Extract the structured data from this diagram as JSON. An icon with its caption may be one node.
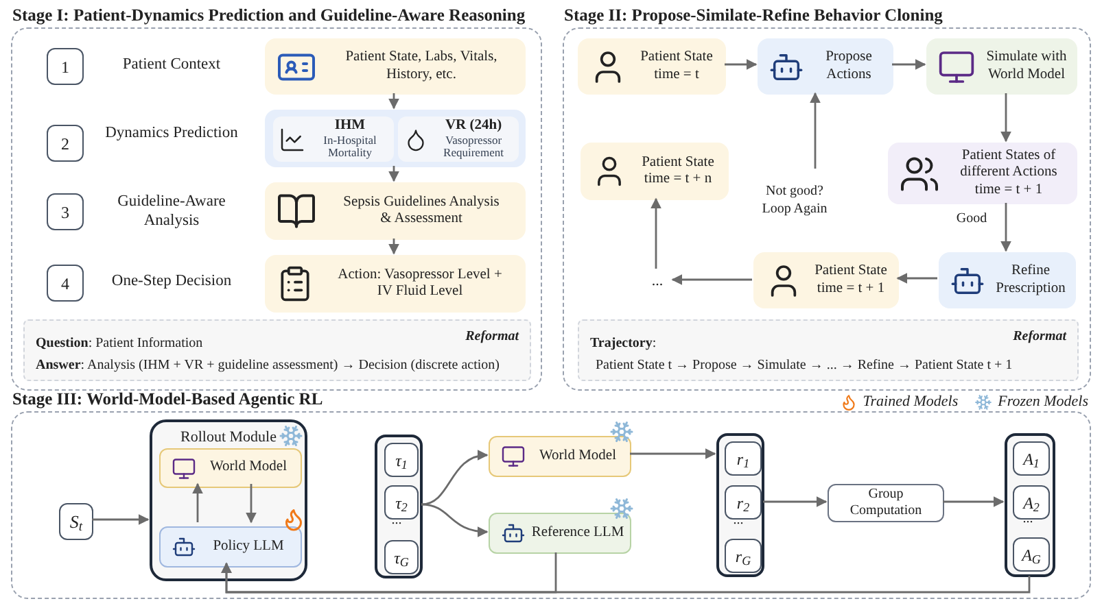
{
  "diagram": {
    "nodes": [
      {
        "text": [
          "Stage I: Patient-Dynamics Prediction and Guideline-Aware Reasoning"
        ]
      },
      {
        "text": [
          "1"
        ],
        "in": 0
      },
      {
        "text": [
          "Patient State, Labs, Vitals, History, etc."
        ],
        "in": 0
      },
      {
        "text": [
          "2"
        ],
        "in": 0
      },
      {
        "text": [],
        "shape": "box",
        "in": 0
      },
      {
        "text": [
          "IHM",
          "In-Hospital Mortality"
        ],
        "in": 4
      },
      {
        "text": [
          "VR (24h)",
          "Vasopressor Requirement"
        ],
        "in": 4
      },
      {
        "text": [
          "3"
        ],
        "in": 0
      },
      {
        "text": [
          "Sepsis Guidelines Analysis & Assessment"
        ],
        "in": 0
      },
      {
        "text": [
          "4"
        ],
        "in": 0
      },
      {
        "text": [
          "Action: Vasopressor Level + IV Fluid Level"
        ],
        "in": 0
      },
      {
        "text": [
          "Reformat",
          "**Question**: Patient Information",
          "**Answer**: Analysis (IHM + VR + guideline assessment) → Decision (discrete action)"
        ],
        "in": 0
      },
      {
        "text": [
          "Stage II: Propose-Similate-Refine Behavior Cloning"
        ]
      },
      {
        "text": [
          "Patient State time = t"
        ],
        "in": 12
      },
      {
        "text": [
          "Propose Actions"
        ],
        "in": 12
      },
      {
        "text": [
          "Simulate with World Model"
        ],
        "in": 12
      },
      {
        "text": [
          "Patient States of different Actions time = t + 1"
        ],
        "in": 12
      },
      {
        "text": [
          "Patient State time = t + n"
        ],
        "in": 12
      },
      {
        "text": [
          "Refine Prescription"
        ],
        "in": 12
      },
      {
        "text": [
          "Patient State time = t + 1"
        ],
        "in": 12
      },
      {
        "text": [
          "..."
        ],
        "in": 12
      },
      {
        "text": [
          "Reformat",
          "**Trajectory**:",
          "Patient State t → Propose → Simulate → ... → Refine → Patient State t + 1"
        ],
        "in": 12
      },
      {
        "text": [
          "Stage III: World-Model-Based Agentic RL"
        ]
      },
      {
        "text": [
          "S$_{t}$"
        ],
        "in": 22
      },
      {
        "text": [
          "Rollout Module"
        ],
        "in": 22
      },
      {
        "text": [
          "World Model"
        ],
        "in": 24
      },
      {
        "text": [
          "Policy LLM"
        ],
        "in": 24
      },
      {
        "text": [],
        "shape": "box",
        "in": 22
      },
      {
        "text": [
          "τ$_{1}$"
        ],
        "in": 27
      },
      {
        "text": [
          "τ$_{2}$"
        ],
        "in": 27
      },
      {
        "text": [
          "τ$_{G}$"
        ],
        "in": 27
      },
      {
        "text": [
          "World Model"
        ],
        "in": 22
      },
      {
        "text": [
          "Reference LLM"
        ],
        "in": 22
      },
      {
        "text": [],
        "shape": "box",
        "in": 22
      },
      {
        "text": [
          "r$_{1}$"
        ],
        "in": 33
      },
      {
        "text": [
          "r$_{2}$"
        ],
        "in": 33
      },
      {
        "text": [
          "r$_{G}$"
        ],
        "in": 33
      },
      {
        "text": [
          "Group Computation"
        ],
        "in": 22
      },
      {
        "text": [],
        "shape": "box",
        "in": 22
      },
      {
        "text": [
          "A$_{1}$"
        ],
        "in": 38
      },
      {
        "text": [
          "A$_{2}$"
        ],
        "in": 38
      },
      {
        "text": [
          "A$_{G}$"
        ],
        "in": 38
      }
    ],
    "edges": [
      {
        "from": 2,
        "to": 4,
        "arrow": "to"
      },
      {
        "from": 4,
        "to": 8,
        "arrow": "to"
      },
      {
        "from": 8,
        "to": 10,
        "arrow": "to"
      },
      {
        "from": 13,
        "to": 14,
        "arrow": "to"
      },
      {
        "from": 14,
        "to": 15,
        "arrow": "to"
      },
      {
        "from": 15,
        "to": 16,
        "arrow": "to"
      },
      {
        "from": 16,
        "to": 18,
        "arrow": "to",
        "label": "Good"
      },
      {
        "from": 18,
        "to": 19,
        "arrow": "to"
      },
      {
        "from": 19,
        "to": 20,
        "arrow": "to"
      },
      {
        "from": 20,
        "to": 17,
        "arrow": "to"
      },
      {
        "from": null,
        "to": 14,
        "arrow": "to",
        "label": "Not good? Loop Again"
      },
      {
        "from": 23,
        "to": 24,
        "arrow": "to"
      },
      {
        "from": 26,
        "to": 25,
        "arrow": "to"
      },
      {
        "from": 25,
        "to": 26,
        "arrow": "to"
      },
      {
        "from": 27,
        "to": 31,
        "arrow": "to"
      },
      {
        "from": 27,
        "to": 32,
        "arrow": "to"
      },
      {
        "from": 31,
        "to": 33,
        "arrow": "to"
      },
      {
        "from": 33,
        "to": 37,
        "arrow": "to"
      },
      {
        "from": 37,
        "to": 38,
        "arrow": "to"
      },
      {
        "from": 38,
        "to": 26,
        "arrow": "to"
      },
      {
        "from": 32,
        "to": 26,
        "arrow": "to"
      }
    ],
    "labels": [
      "Patient Context",
      "Dynamics Prediction",
      "Guideline-Aware Analysis",
      "One-Step Decision",
      "...",
      "...",
      "..."
    ],
    "legend": [
      {
        "text": "Trained Models"
      },
      {
        "text": "Frozen Models"
      }
    ]
  }
}
